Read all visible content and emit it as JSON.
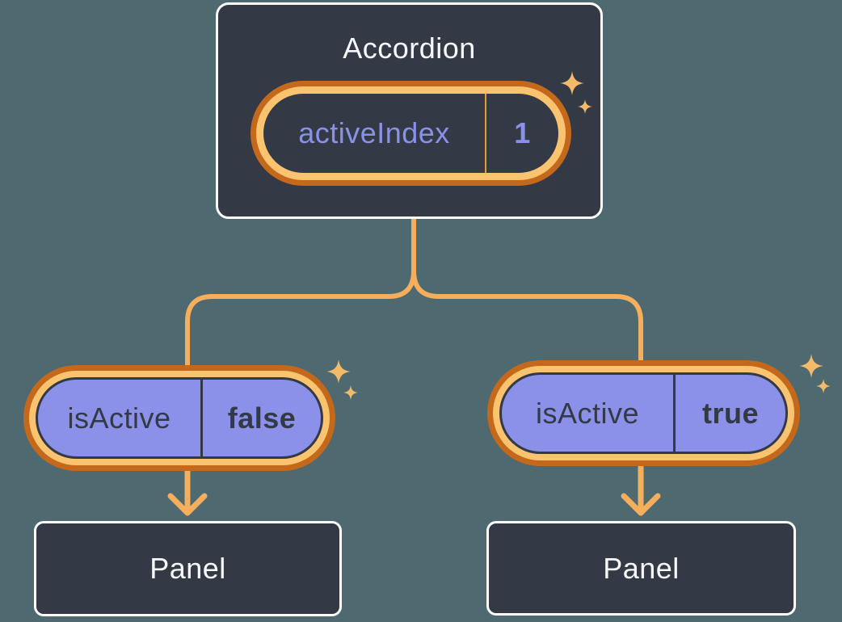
{
  "colors": {
    "background": "#4E6970",
    "node_fill": "#333A45",
    "node_border": "#FFFFFF",
    "light_text": "#F6F7F9",
    "dark_text": "#333A46",
    "purple_fill": "#8B90E8",
    "purple_text": "#8A91E9",
    "gold_ring": "#FAC36F",
    "orange_ring": "#C4691C",
    "connector": "#F4AE5C",
    "sparkle": "#F5BA69",
    "pill_divider_orange": "#E09C45"
  },
  "icons": {
    "sparkle": "4-point-star",
    "arrow": "chevron-down-arrow"
  },
  "accordion": {
    "title": "Accordion",
    "state": {
      "name": "activeIndex",
      "value": "1"
    }
  },
  "children": [
    {
      "prop": {
        "name": "isActive",
        "value": "false"
      },
      "panel": {
        "label": "Panel"
      }
    },
    {
      "prop": {
        "name": "isActive",
        "value": "true"
      },
      "panel": {
        "label": "Panel"
      }
    }
  ]
}
